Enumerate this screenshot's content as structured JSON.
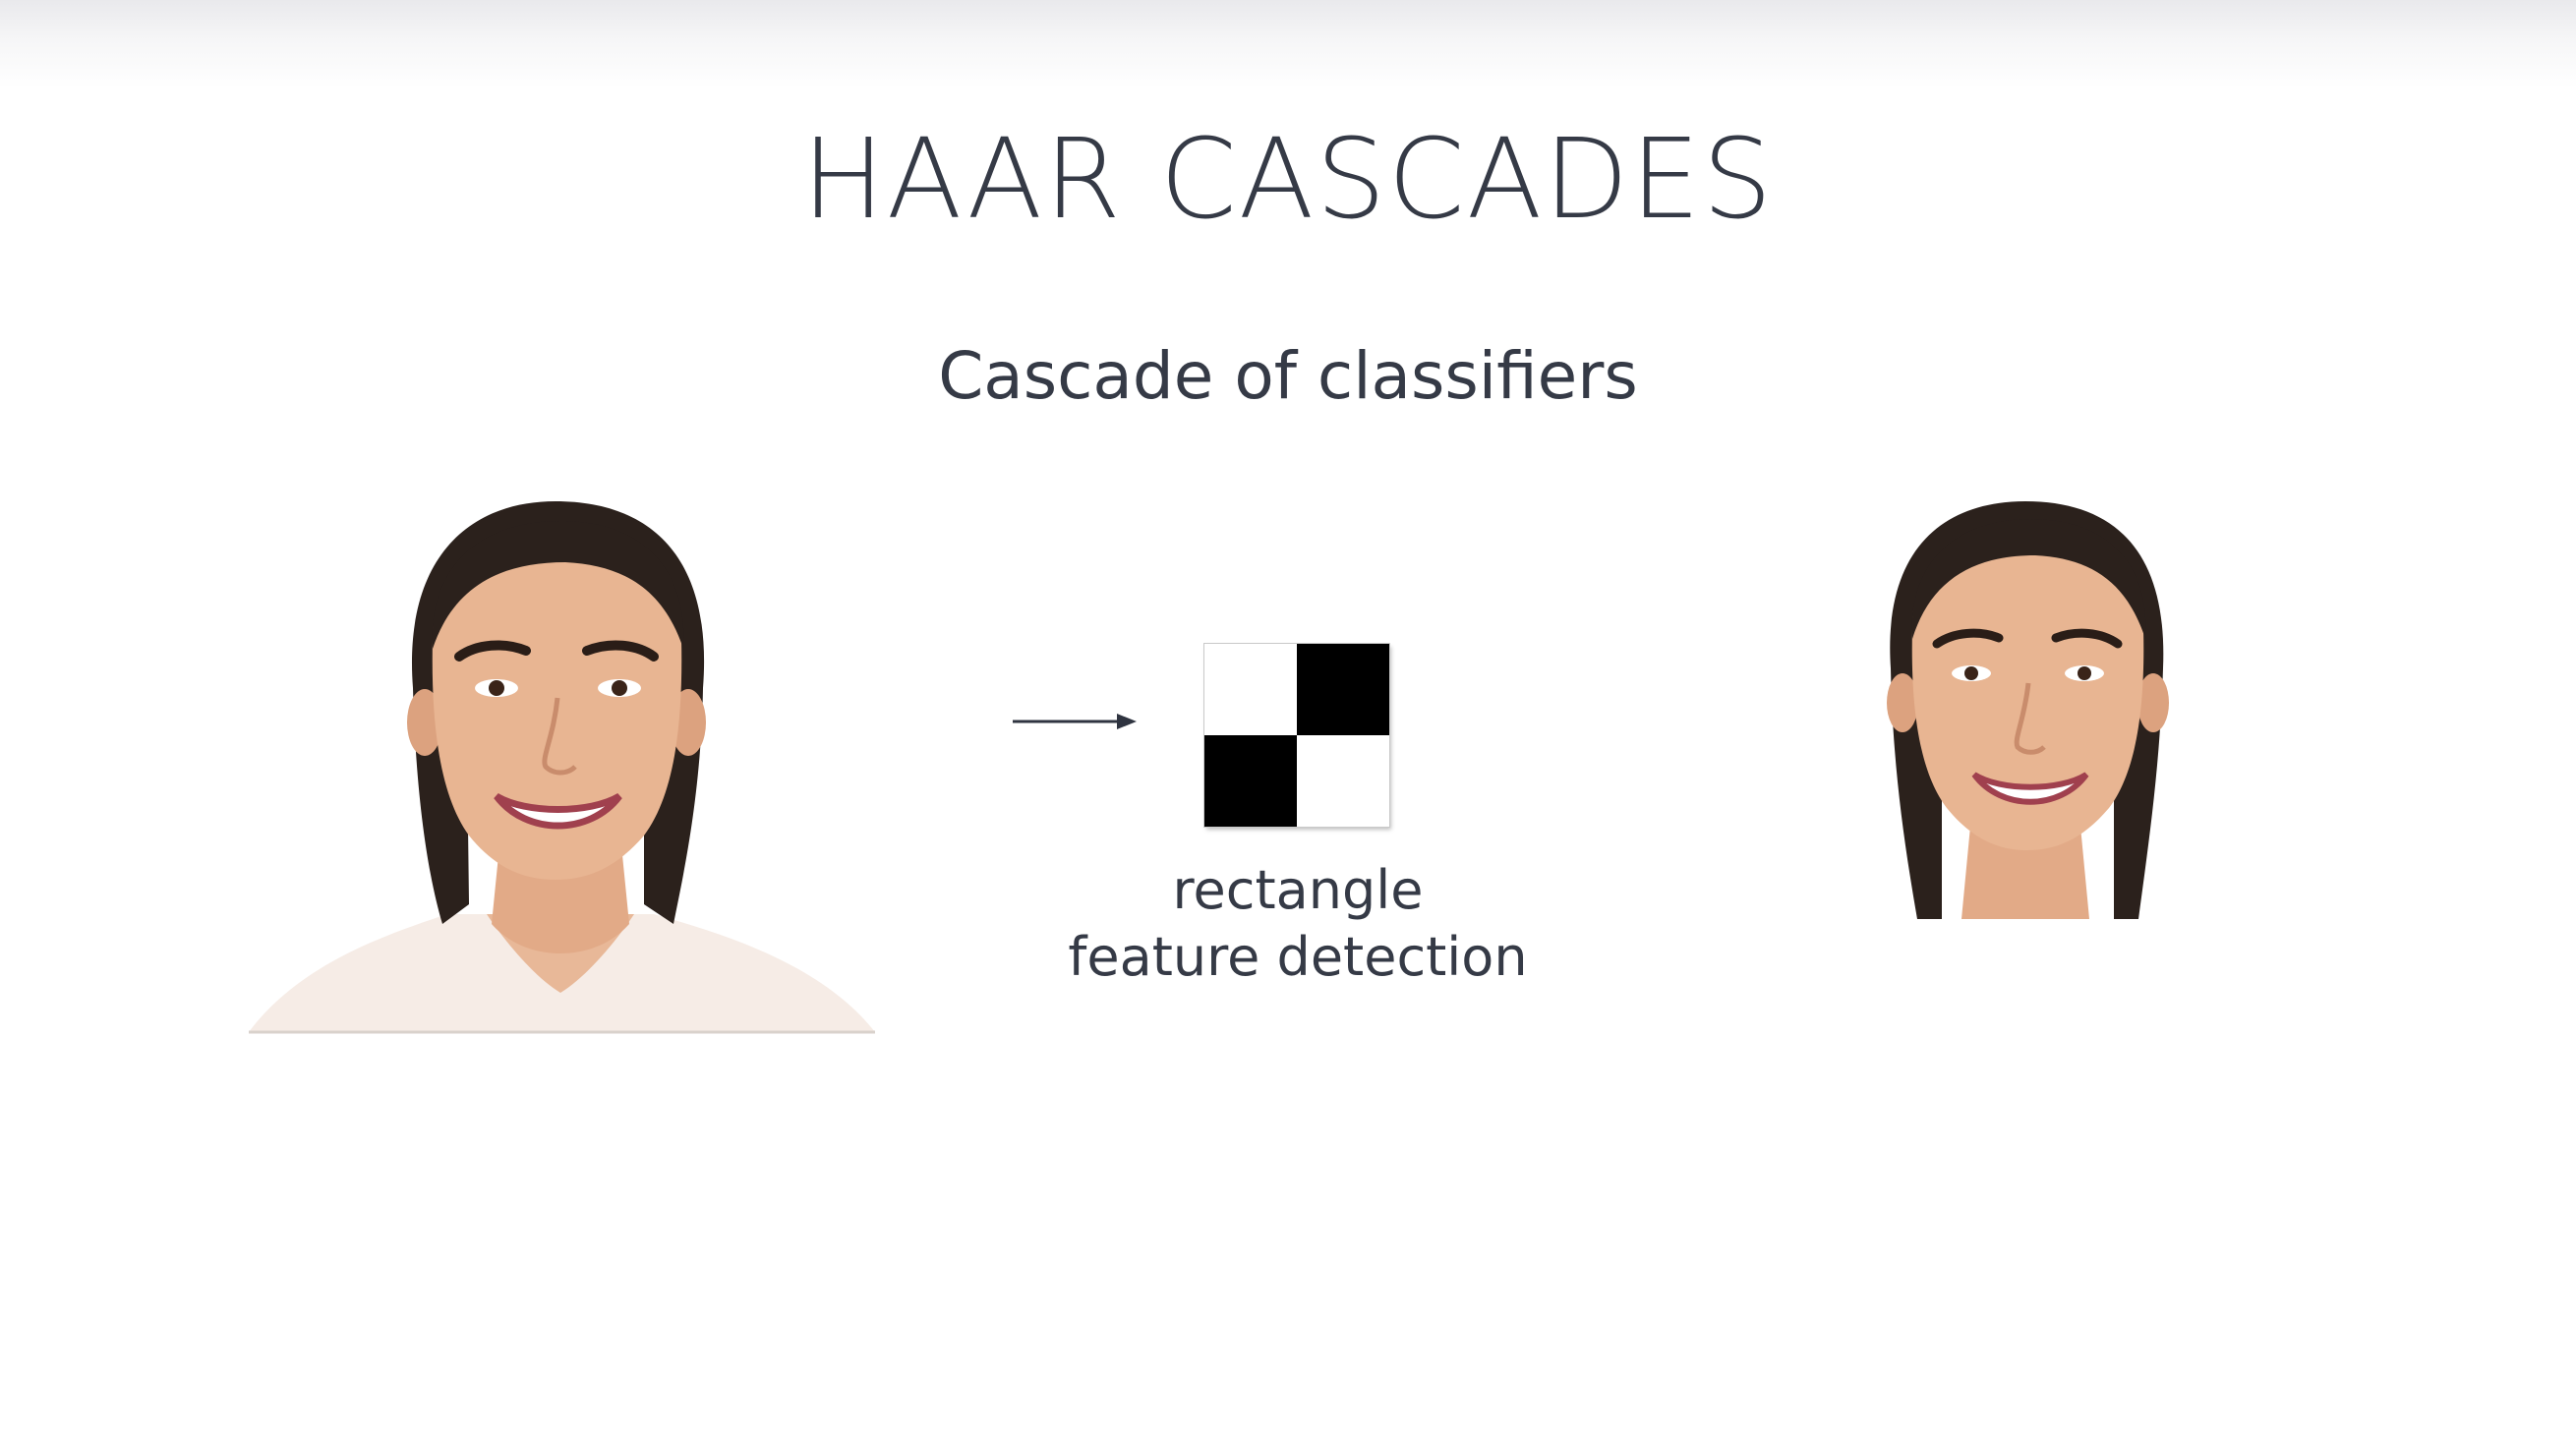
{
  "slide": {
    "title": "HAAR CASCADES",
    "subtitle": "Cascade of classifiers"
  },
  "diagram": {
    "input_image": {
      "icon": "woman-portrait-shoulders"
    },
    "arrow": {
      "icon": "right-arrow-icon"
    },
    "feature_kernel": {
      "pattern": [
        [
          "white",
          "black"
        ],
        [
          "black",
          "white"
        ]
      ],
      "caption_lines": [
        "rectangle",
        "feature detection"
      ]
    },
    "output_image": {
      "icon": "woman-face-crop"
    }
  },
  "colors": {
    "text": "#353a46",
    "background": "#ffffff",
    "kernel_dark": "#000000",
    "kernel_light": "#ffffff"
  }
}
